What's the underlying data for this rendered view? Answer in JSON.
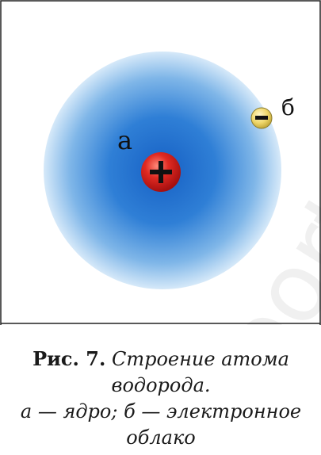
{
  "diagram": {
    "label_nucleus": "а",
    "label_electron": "б",
    "nucleus_symbol": "+",
    "electron_symbol": "−",
    "watermark": "portal.uz",
    "colors": {
      "cloud_center": "#1a66c9",
      "cloud_edge": "#cfe5f8",
      "nucleus": "#d81f1f",
      "electron": "#e8cf5a",
      "frame": "#222222"
    }
  },
  "caption": {
    "figure_number": "Рис. 7.",
    "title_line1": "Строение атома",
    "title_line2": "водорода.",
    "legend_line1": "а — ядро; б — электронное",
    "legend_line2": "облако"
  }
}
